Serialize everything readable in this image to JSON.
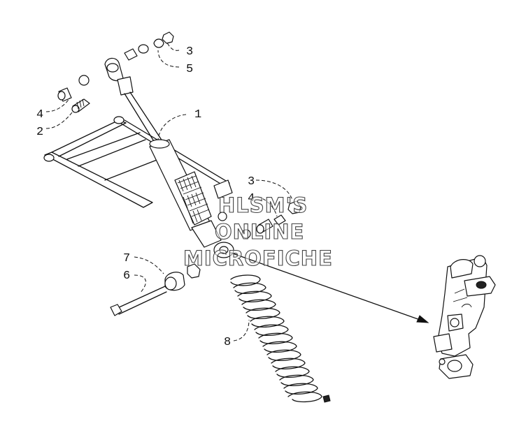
{
  "watermark": {
    "lines": [
      "HLSM'S",
      "ONLINE",
      "MICROFICHE"
    ]
  },
  "callouts": {
    "c1": "1",
    "c2": "2",
    "c3_top": "3",
    "c4_top": "4",
    "c5": "5",
    "c3_mid": "3",
    "c4_mid": "4",
    "c6": "6",
    "c7": "7",
    "c8": "8"
  }
}
